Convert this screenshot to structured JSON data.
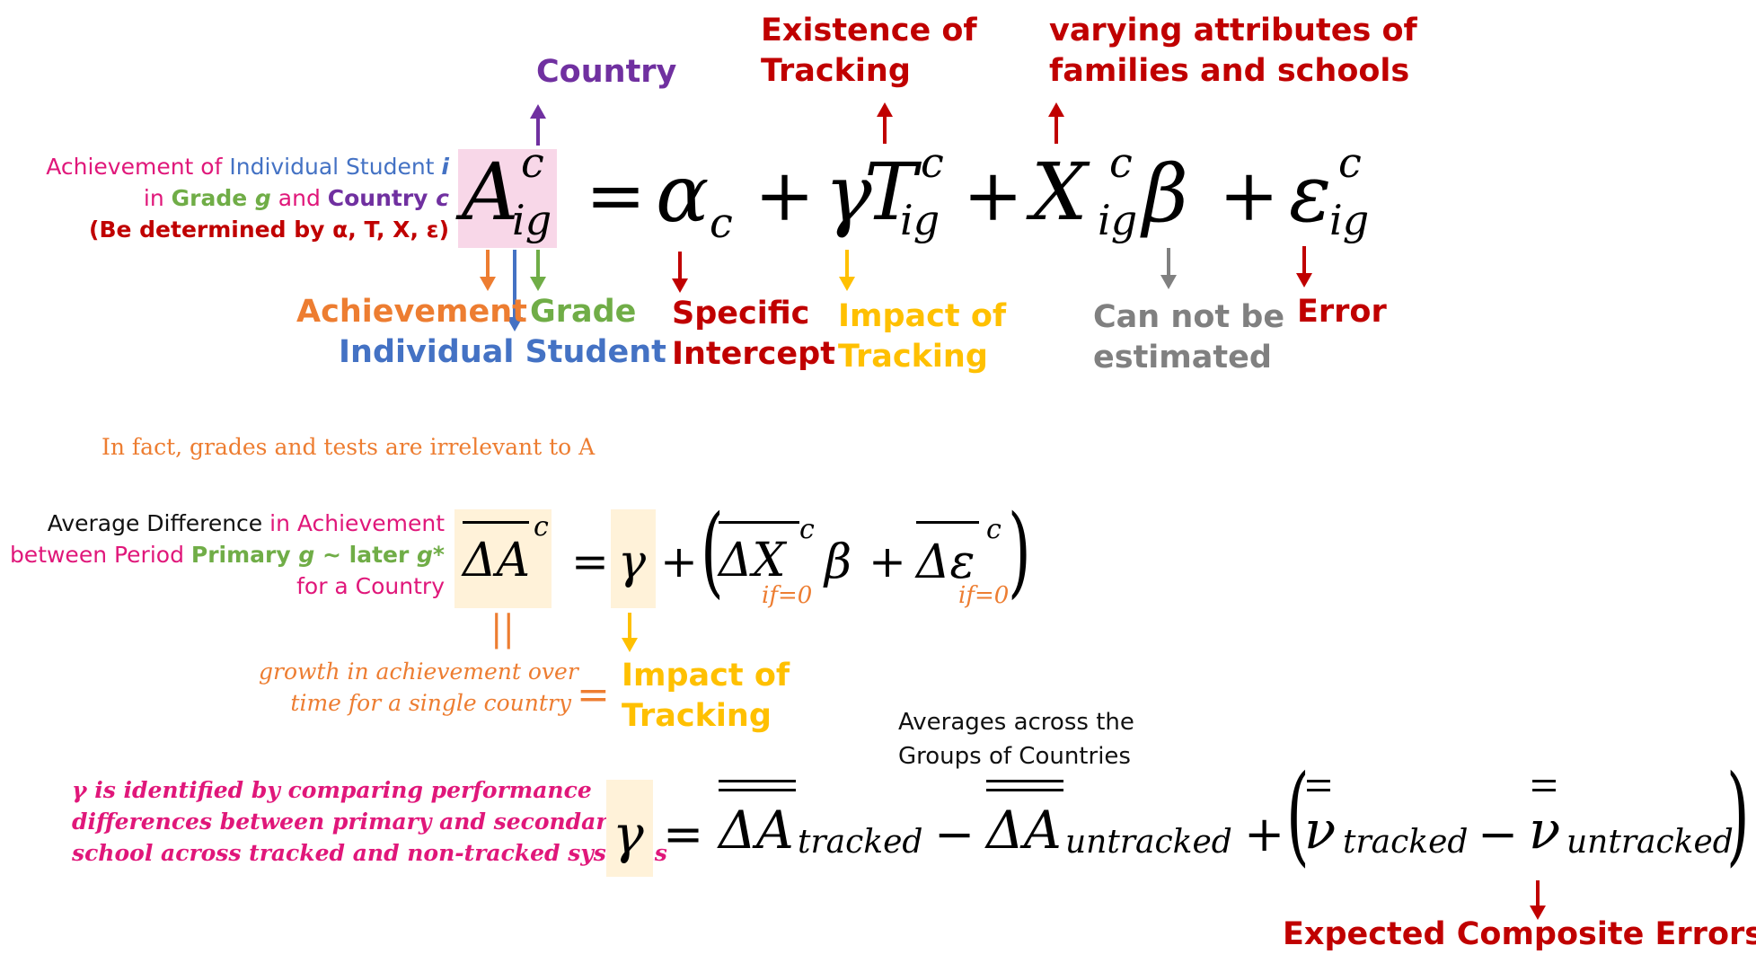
{
  "colors": {
    "red": "#c00000",
    "orange": "#ed7d31",
    "blue": "#4472c4",
    "green": "#70ad47",
    "purple": "#7030a0",
    "gold": "#ffc000",
    "gray": "#808080",
    "pink": "#e0177a",
    "pink_highlight": "#f8d7e8",
    "cream_highlight": "#fff2d9"
  },
  "eq1": {
    "side_label": {
      "l1_a": "Achievement of ",
      "l1_b": "Individual Student ",
      "l1_c": "i",
      "l2_a": "in ",
      "l2_b": "Grade ",
      "l2_c": "g",
      "l2_d": " and ",
      "l2_e": "Country ",
      "l2_f": "c",
      "l3": "(Be determined by α, T, X, ε)"
    },
    "top_labels": {
      "country": "Country",
      "existence_l1": "Existence of",
      "existence_l2": "Tracking",
      "varying_l1": "varying attributes of",
      "varying_l2": "families and schools"
    },
    "bottom_labels": {
      "achievement": "Achievement",
      "grade": "Grade",
      "individual_student": "Individual Student",
      "specific_l1": "Specific",
      "specific_l2": "Intercept",
      "impact_l1": "Impact of",
      "impact_l2": "Tracking",
      "cannot_l1": "Can not be",
      "cannot_l2": "estimated",
      "error": "Error"
    },
    "symbols": {
      "A": "A",
      "sup_c": "c",
      "sub_ig": "ig",
      "eq": "=",
      "alpha": "α",
      "sub_c": "c",
      "plus": "+",
      "gamma": "γ",
      "T": "T",
      "X": "X",
      "beta": "β",
      "eps": "ε"
    }
  },
  "note": "In fact, grades and tests are irrelevant to A",
  "eq2": {
    "side_label": {
      "l1_a": "Average Difference ",
      "l1_b": "in Achievement",
      "l2_a": "between Period ",
      "l2_b": "Primary ",
      "l2_c": "g",
      "l2_d": " ~ later ",
      "l2_e": "g*",
      "l3": "for a Country"
    },
    "symbols": {
      "dA": "ΔA",
      "sup_c": "c",
      "eq": "=",
      "gamma": "γ",
      "plus": "+",
      "lparen": "(",
      "rparen": ")",
      "dX": "ΔX",
      "beta": "β",
      "deps": "Δε",
      "if0": "if=0"
    },
    "parallel": "||",
    "growth_l1": "growth in achievement over",
    "growth_l2": "time for a single country",
    "equals_sign": "=",
    "impact_l1": "Impact of",
    "impact_l2": "Tracking"
  },
  "eq3": {
    "averages_l1": "Averages across the",
    "averages_l2": "Groups of Countries",
    "side_l1": "γ is identified by comparing performance",
    "side_l2": "differences between primary and secondary",
    "side_l3": "school across tracked and non-tracked systems",
    "symbols": {
      "gamma": "γ",
      "eq": "=",
      "dA": "ΔA",
      "tracked": "tracked",
      "minus": "−",
      "untracked": "untracked",
      "plus": "+",
      "lparen": "(",
      "rparen": ")",
      "nu": "ν"
    },
    "expected_errors": "Expected Composite Errors"
  }
}
